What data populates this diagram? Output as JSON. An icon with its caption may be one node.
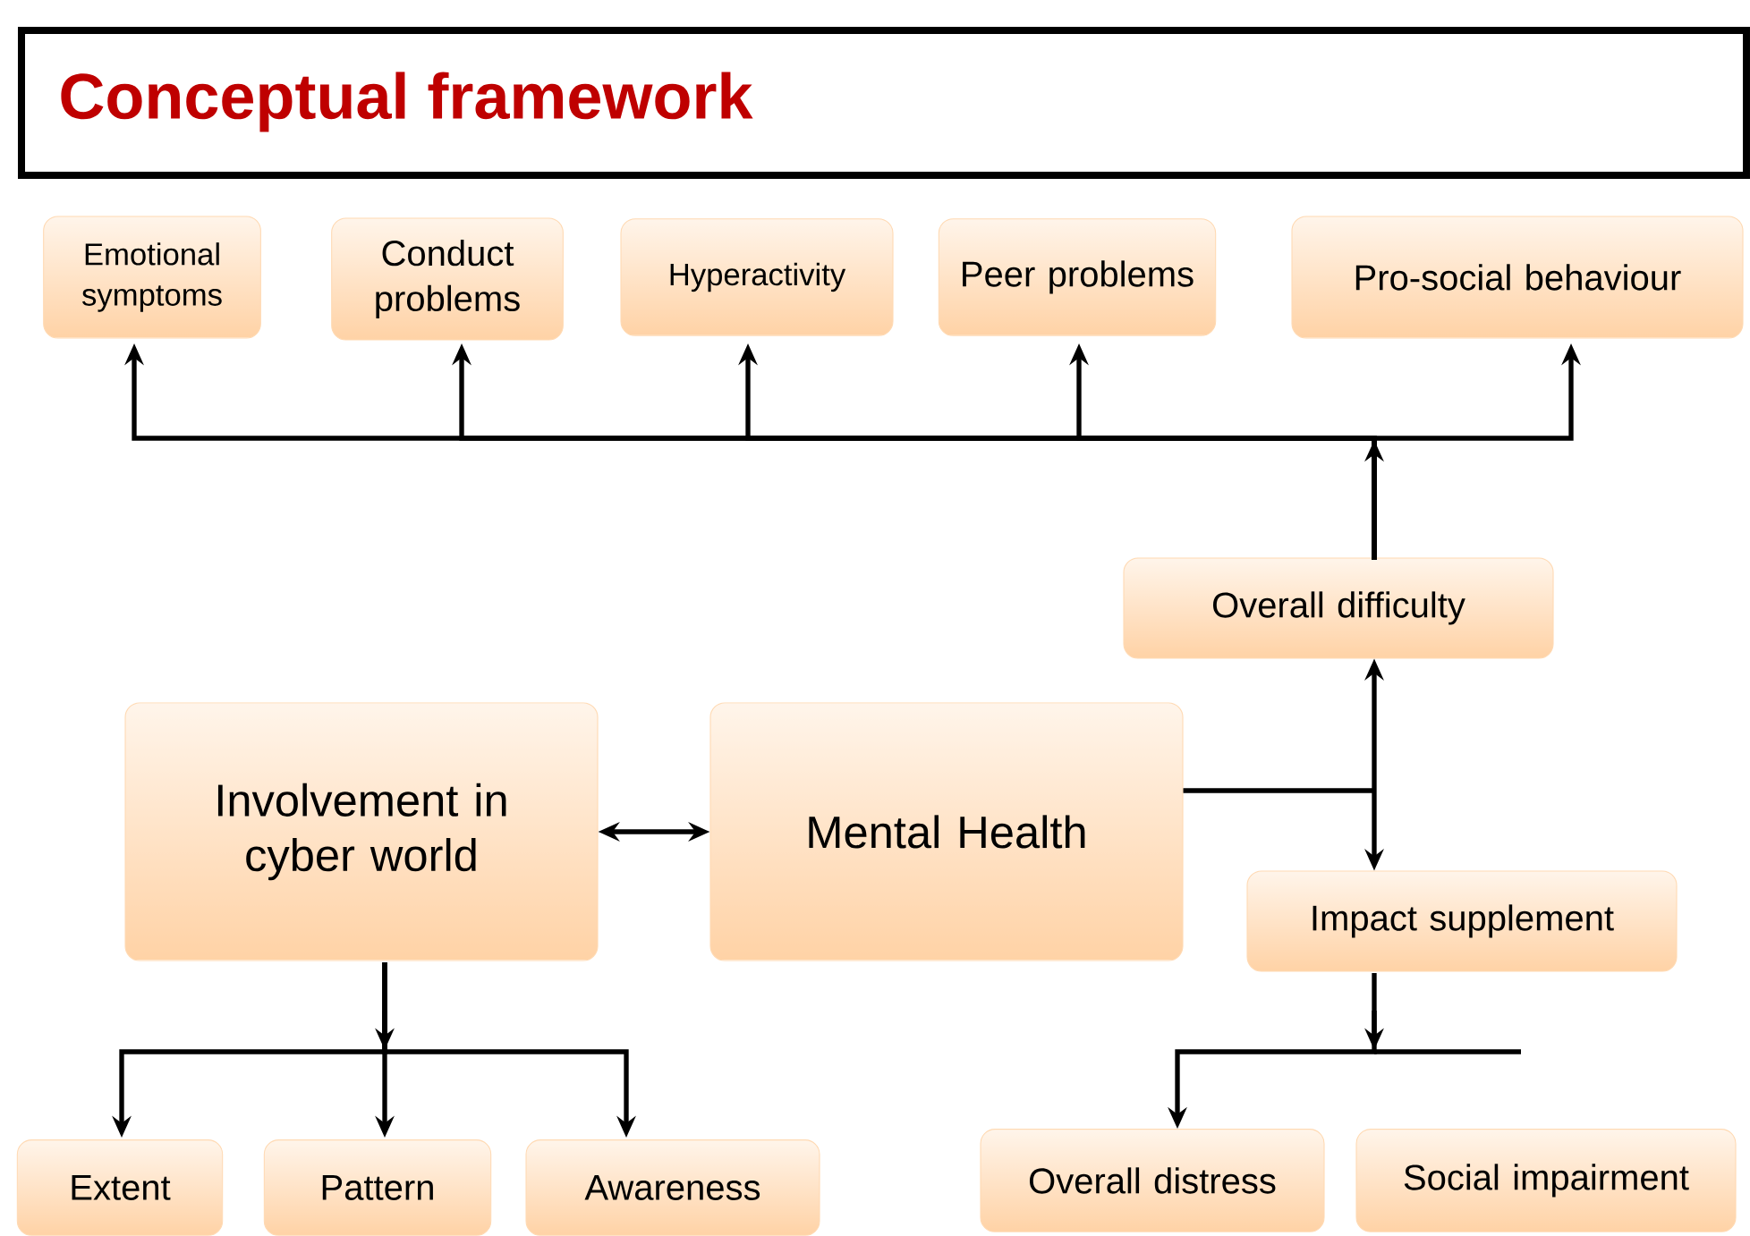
{
  "diagram": {
    "title": "Conceptual framework",
    "nodes": [
      {
        "text": [
          "Emotional symptoms"
        ]
      },
      {
        "text": [
          "Conduct problems"
        ]
      },
      {
        "text": [
          "Hyperactivity"
        ]
      },
      {
        "text": [
          "Peer problems"
        ]
      },
      {
        "text": [
          "Pro-social behaviour"
        ]
      },
      {
        "text": [
          "Overall difficulty"
        ]
      },
      {
        "text": [
          "Involvement in cyber world"
        ]
      },
      {
        "text": [
          "Mental Health"
        ]
      },
      {
        "text": [
          "Impact supplement"
        ]
      },
      {
        "text": [
          "Extent"
        ]
      },
      {
        "text": [
          "Pattern"
        ]
      },
      {
        "text": [
          "Awareness"
        ]
      },
      {
        "text": [
          "Overall distress"
        ]
      },
      {
        "text": [
          "Social impairment"
        ]
      }
    ],
    "edges": [
      {
        "from": 5,
        "to": 0,
        "arrow": "to"
      },
      {
        "from": 5,
        "to": 1,
        "arrow": "to"
      },
      {
        "from": 5,
        "to": 2,
        "arrow": "to"
      },
      {
        "from": 5,
        "to": 3,
        "arrow": "to"
      },
      {
        "from": 5,
        "to": 4,
        "arrow": "to"
      },
      {
        "from": 7,
        "to": 5,
        "arrow": "to"
      },
      {
        "from": 7,
        "to": 8,
        "arrow": "to"
      },
      {
        "from": 6,
        "to": 7,
        "arrow": "both"
      },
      {
        "from": 6,
        "to": 9,
        "arrow": "to"
      },
      {
        "from": 6,
        "to": 10,
        "arrow": "to"
      },
      {
        "from": 6,
        "to": 11,
        "arrow": "to"
      },
      {
        "from": 8,
        "to": 12,
        "arrow": "to"
      }
    ]
  }
}
